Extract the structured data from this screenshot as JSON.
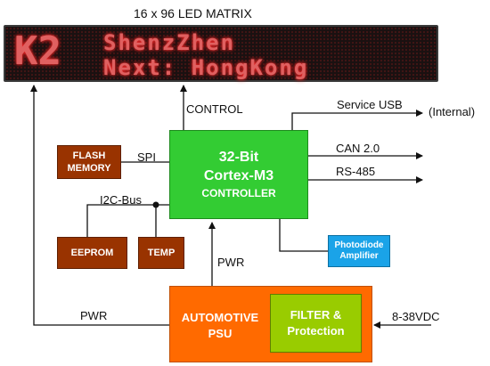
{
  "led_matrix": {
    "caption": "16 x 96 LED MATRIX",
    "logo": "K2",
    "line1": "ShenzZhen",
    "line2": "Next: HongKong"
  },
  "controller": {
    "line1": "32-Bit",
    "line2": "Cortex-M3",
    "line3": "CONTROLLER"
  },
  "flash_memory": {
    "line1": "FLASH",
    "line2": "MEMORY"
  },
  "eeprom": {
    "label": "EEPROM"
  },
  "temp": {
    "label": "TEMP"
  },
  "photodiode": {
    "line1": "Photodiode",
    "line2": "Amplifier"
  },
  "psu": {
    "line1": "AUTOMOTIVE",
    "line2": "PSU"
  },
  "filter": {
    "line1": "FILTER &",
    "line2": "Protection"
  },
  "labels": {
    "control": "CONTROL",
    "spi": "SPI",
    "i2c": "I2C-Bus",
    "pwr_controller": "PWR",
    "pwr_led": "PWR",
    "service_usb": "Service USB",
    "internal": "(Internal)",
    "can": "CAN 2.0",
    "rs485": "RS-485",
    "vdc": "8-38VDC"
  },
  "colors": {
    "controller": "#33cc33",
    "memory_blocks": "#993300",
    "psu": "#ff6a00",
    "filter": "#99cc00",
    "photodiode": "#1aa3e8",
    "led_text": "#e06060"
  }
}
